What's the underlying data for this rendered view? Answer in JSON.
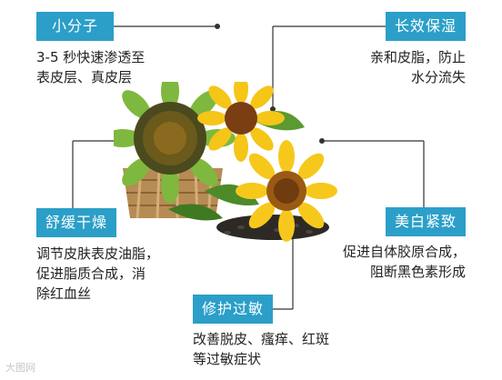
{
  "features": {
    "small_molecule": {
      "title": "小分子",
      "lines": [
        "3-5 秒快速渗透至",
        "表皮层、真皮层"
      ]
    },
    "long_moisture": {
      "title": "长效保湿",
      "lines": [
        "亲和皮脂，防止",
        "水分流失"
      ]
    },
    "soothe": {
      "title": "舒缓干燥",
      "lines": [
        "调节皮肤表皮油脂，",
        "促进脂质合成，消",
        "除红血丝"
      ]
    },
    "whitening": {
      "title": "美白紧致",
      "lines": [
        "促进自体胶原合成，",
        "阻断黑色素形成"
      ]
    },
    "repair": {
      "title": "修护过敏",
      "lines": [
        "改善脱皮、瘙痒、红斑",
        "等过敏症状"
      ]
    }
  },
  "watermark": "大图网",
  "colors": {
    "badge": "#2b9fc8",
    "line": "#333333"
  }
}
